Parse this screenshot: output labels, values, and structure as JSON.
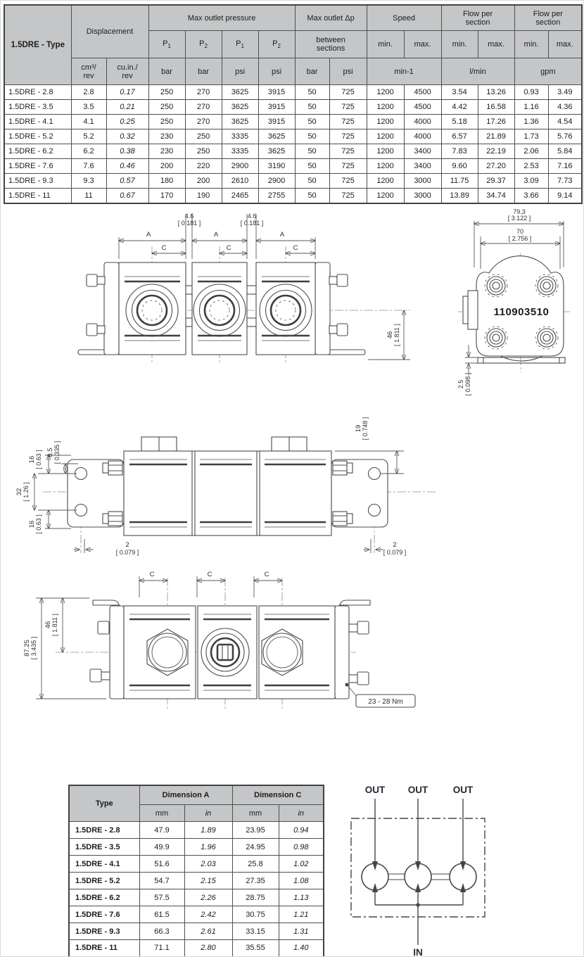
{
  "spec_table": {
    "type_header": "1.5DRE - Type",
    "groups": {
      "displacement": "Displacement",
      "max_outlet_pressure": "Max outlet pressure",
      "max_outlet_dp": "Max outlet Δp",
      "speed": "Speed",
      "flow_lmin": "Flow per\nsection",
      "flow_gpm": "Flow per\nsection"
    },
    "sub": {
      "p": "P",
      "sub1": "1",
      "sub2": "2",
      "between": "between\nsections",
      "min": "min.",
      "max": "max."
    },
    "units": {
      "cm3": "cm³/\nrev",
      "cuin": "cu.in./\nrev",
      "bar": "bar",
      "psi": "psi",
      "min1": "min-1",
      "lmin": "l/min",
      "gpm": "gpm"
    },
    "rows": [
      [
        "1.5DRE - 2.8",
        "2.8",
        "0.17",
        "250",
        "270",
        "3625",
        "3915",
        "50",
        "725",
        "1200",
        "4500",
        "3.54",
        "13.26",
        "0.93",
        "3.49"
      ],
      [
        "1.5DRE - 3.5",
        "3.5",
        "0.21",
        "250",
        "270",
        "3625",
        "3915",
        "50",
        "725",
        "1200",
        "4500",
        "4.42",
        "16.58",
        "1.16",
        "4.36"
      ],
      [
        "1.5DRE - 4.1",
        "4.1",
        "0.25",
        "250",
        "270",
        "3625",
        "3915",
        "50",
        "725",
        "1200",
        "4000",
        "5.18",
        "17.26",
        "1.36",
        "4.54"
      ],
      [
        "1.5DRE - 5.2",
        "5.2",
        "0.32",
        "230",
        "250",
        "3335",
        "3625",
        "50",
        "725",
        "1200",
        "4000",
        "6.57",
        "21.89",
        "1.73",
        "5.76"
      ],
      [
        "1.5DRE - 6.2",
        "6.2",
        "0.38",
        "230",
        "250",
        "3335",
        "3625",
        "50",
        "725",
        "1200",
        "3400",
        "7.83",
        "22.19",
        "2.06",
        "5.84"
      ],
      [
        "1.5DRE - 7.6",
        "7.6",
        "0.46",
        "200",
        "220",
        "2900",
        "3190",
        "50",
        "725",
        "1200",
        "3400",
        "9.60",
        "27.20",
        "2.53",
        "7.16"
      ],
      [
        "1.5DRE - 9.3",
        "9.3",
        "0.57",
        "180",
        "200",
        "2610",
        "2900",
        "50",
        "725",
        "1200",
        "3000",
        "11.75",
        "29.37",
        "3.09",
        "7.73"
      ],
      [
        "1.5DRE - 11",
        "11",
        "0.67",
        "170",
        "190",
        "2465",
        "2755",
        "50",
        "725",
        "1200",
        "3000",
        "13.89",
        "34.74",
        "3.66",
        "9.14"
      ]
    ]
  },
  "dim_table": {
    "type_header": "Type",
    "dim_a_header": "Dimension A",
    "dim_c_header": "Dimension C",
    "mm": "mm",
    "in": "in",
    "rows": [
      [
        "1.5DRE - 2.8",
        "47.9",
        "1.89",
        "23.95",
        "0.94"
      ],
      [
        "1.5DRE - 3.5",
        "49.9",
        "1.96",
        "24.95",
        "0.98"
      ],
      [
        "1.5DRE - 4.1",
        "51.6",
        "2.03",
        "25.8",
        "1.02"
      ],
      [
        "1.5DRE - 5.2",
        "54.7",
        "2.15",
        "27.35",
        "1.08"
      ],
      [
        "1.5DRE - 6.2",
        "57.5",
        "2.26",
        "28.75",
        "1.13"
      ],
      [
        "1.5DRE - 7.6",
        "61.5",
        "2.42",
        "30.75",
        "1.21"
      ],
      [
        "1.5DRE - 9.3",
        "66.3",
        "2.61",
        "33.15",
        "1.31"
      ],
      [
        "1.5DRE - 11",
        "71.1",
        "2.80",
        "35.55",
        "1.40"
      ]
    ]
  },
  "drawings": {
    "front_view": {
      "dim_a": "A",
      "dim_gap": "4.6",
      "dim_gap_in": "[ 0.181 ]",
      "dim_c": "C",
      "dim_h": "46",
      "dim_h_in": "[ 1.811 ]"
    },
    "end_view": {
      "dim_w1": "79.3",
      "dim_w1_in": "[ 3.122 ]",
      "dim_w2": "70",
      "dim_w2_in": "[ 2.756 ]",
      "part_number": "110903510",
      "dim_base": "2.5",
      "dim_base_in": "[ 0.098 ]"
    },
    "top_view": {
      "dim_16t": "16",
      "dim_16t_in": "[ 0.63 ]",
      "dim_85": "8.5",
      "dim_85_in": "[ 0.335 ]",
      "dim_32": "32",
      "dim_32_in": "[ 1.26 ]",
      "dim_16b": "16",
      "dim_16b_in": "[ 0.63 ]",
      "dim_2l": "2",
      "dim_2l_in": "[ 0.079 ]",
      "dim_2r": "2",
      "dim_2r_in": "[ 0.079 ]",
      "dim_19": "19",
      "dim_19_in": "[ 0.748 ]"
    },
    "bottom_view": {
      "dim_c": "C",
      "dim_total": "87.25",
      "dim_total_in": "[ 3.435 ]",
      "dim_46": "46",
      "dim_46_in": "[ 1.811 ]",
      "torque": "23 - 28 Nm"
    }
  },
  "schematic": {
    "out": "OUT",
    "in": "IN"
  }
}
